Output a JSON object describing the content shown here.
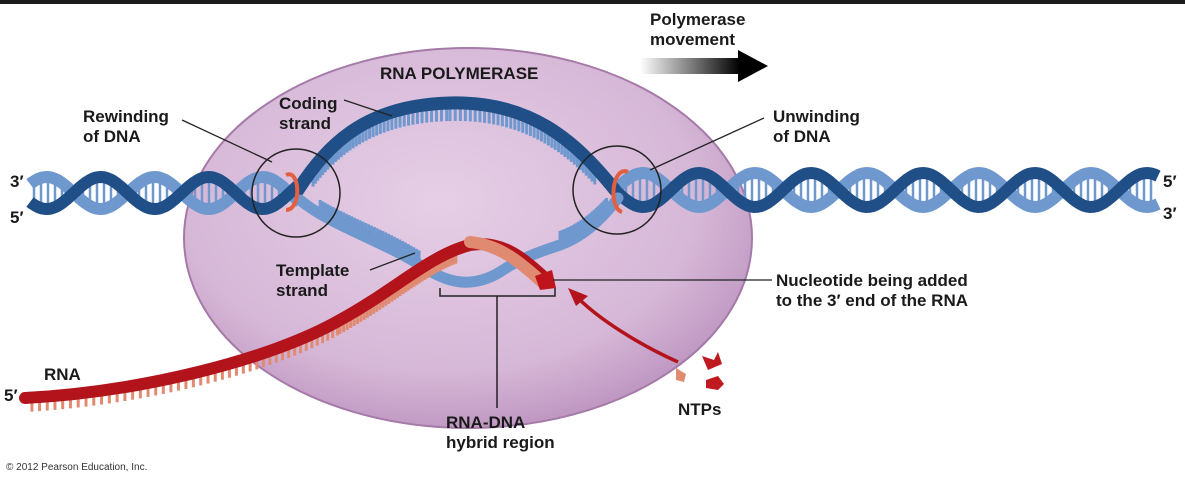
{
  "labels": {
    "polymerase_movement": [
      "Polymerase",
      "movement"
    ],
    "rna_polymerase": "RNA POLYMERASE",
    "coding_strand": [
      "Coding",
      "strand"
    ],
    "rewinding": [
      "Rewinding",
      "of DNA"
    ],
    "unwinding": [
      "Unwinding",
      "of DNA"
    ],
    "template_strand": [
      "Template",
      "strand"
    ],
    "nucleotide_added": [
      "Nucleotide being added",
      "to the 3′ end of the RNA"
    ],
    "rna": "RNA",
    "hybrid_region": [
      "RNA-DNA",
      "hybrid region"
    ],
    "ntps": "NTPs"
  },
  "strand_ends": {
    "left_top": "3′",
    "left_bottom": "5′",
    "right_top": "5′",
    "right_bottom": "3′",
    "rna_end": "5′"
  },
  "copyright": "© 2012 Pearson Education, Inc.",
  "colors": {
    "dna_dark": "#1f4f86",
    "dna_light": "#6f98cf",
    "rna": "#b3141c",
    "rna_light": "#e08a72",
    "polymerase": "#d9bbd9",
    "polymerase_edge": "#9c6fa0"
  }
}
